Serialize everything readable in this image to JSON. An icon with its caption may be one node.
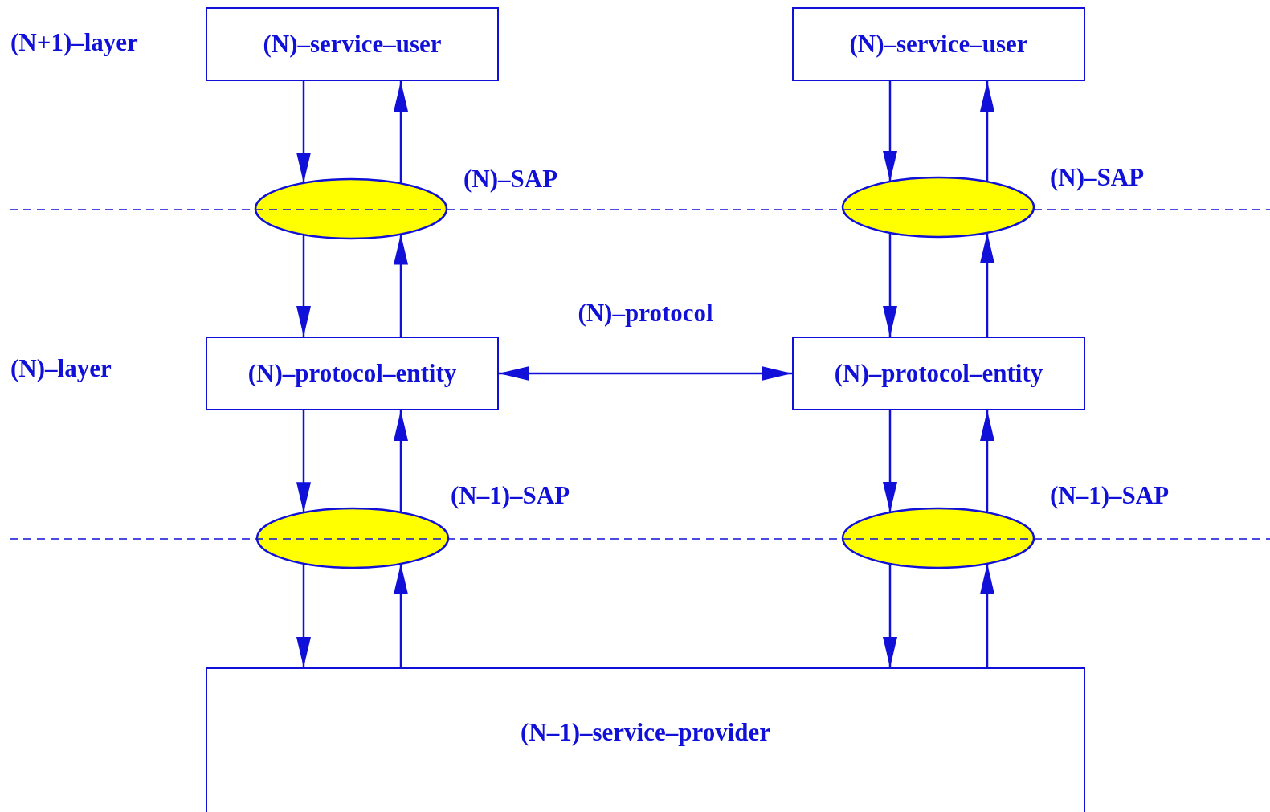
{
  "diagram": {
    "nodes": [
      {
        "text": [
          "(N)–service–user"
        ]
      },
      {
        "text": [
          "(N)–service–user"
        ]
      },
      {
        "text": [],
        "shape": "ellipse",
        "beside": [
          "(N)–SAP"
        ]
      },
      {
        "text": [],
        "shape": "ellipse",
        "beside": [
          "(N)–SAP"
        ]
      },
      {
        "text": [
          "(N)–protocol–entity"
        ]
      },
      {
        "text": [
          "(N)–protocol–entity"
        ]
      },
      {
        "text": [],
        "shape": "ellipse",
        "beside": [
          "(N–1)–SAP"
        ]
      },
      {
        "text": [],
        "shape": "ellipse",
        "beside": [
          "(N–1)–SAP"
        ]
      },
      {
        "text": [
          "(N–1)–service–provider"
        ]
      }
    ],
    "edges": [
      {
        "from": 0,
        "to": 2,
        "arrow": "to"
      },
      {
        "from": 2,
        "to": 0,
        "arrow": "to"
      },
      {
        "from": 1,
        "to": 3,
        "arrow": "to"
      },
      {
        "from": 3,
        "to": 1,
        "arrow": "to"
      },
      {
        "from": 2,
        "to": 4,
        "arrow": "to"
      },
      {
        "from": 4,
        "to": 2,
        "arrow": "to"
      },
      {
        "from": 3,
        "to": 5,
        "arrow": "to"
      },
      {
        "from": 5,
        "to": 3,
        "arrow": "to"
      },
      {
        "from": 4,
        "to": 5,
        "arrow": "both",
        "label": "(N)–protocol"
      },
      {
        "from": 4,
        "to": 6,
        "arrow": "to"
      },
      {
        "from": 6,
        "to": 4,
        "arrow": "to"
      },
      {
        "from": 5,
        "to": 7,
        "arrow": "to"
      },
      {
        "from": 7,
        "to": 5,
        "arrow": "to"
      },
      {
        "from": 6,
        "to": 8,
        "arrow": "to"
      },
      {
        "from": 8,
        "to": 6,
        "arrow": "to"
      },
      {
        "from": 7,
        "to": 8,
        "arrow": "to"
      },
      {
        "from": 8,
        "to": 7,
        "arrow": "to"
      }
    ],
    "labels": [
      "(N+1)–layer",
      "(N)–layer"
    ]
  }
}
